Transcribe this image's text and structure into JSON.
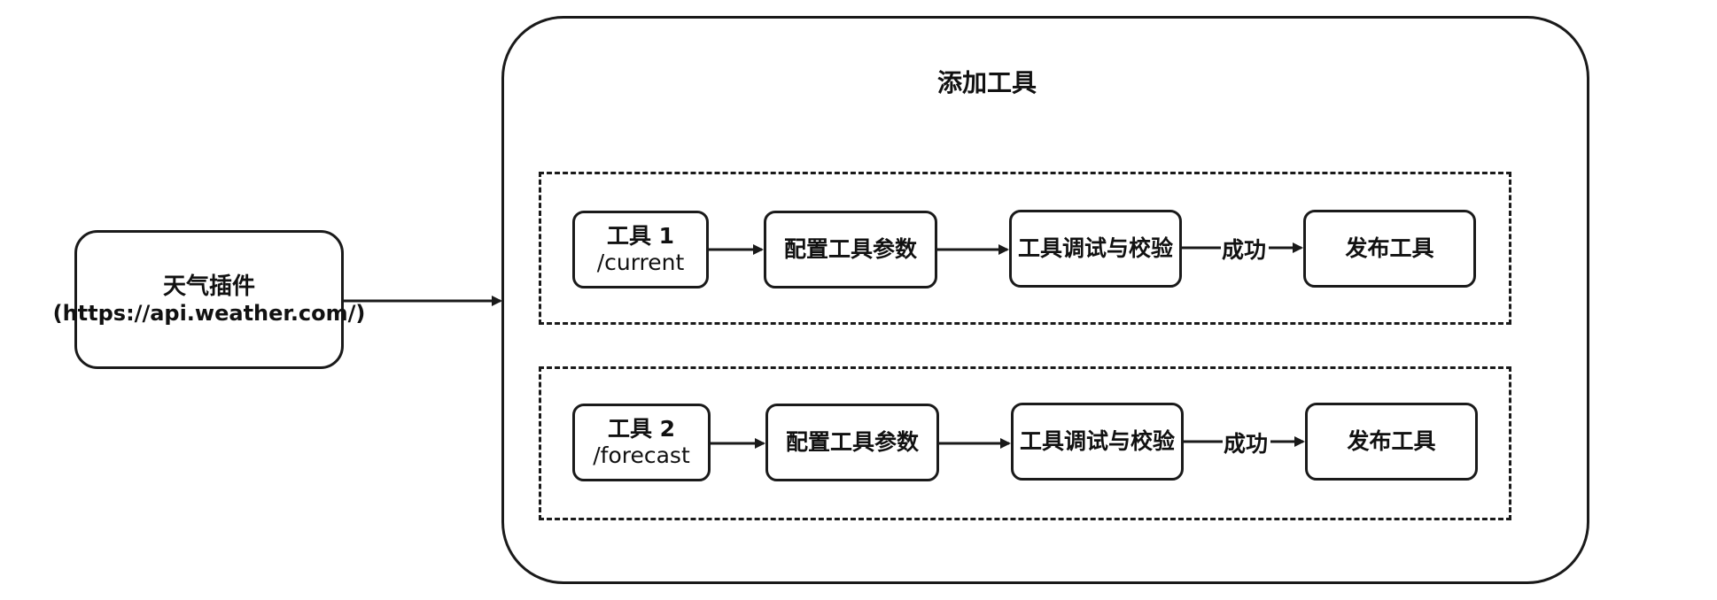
{
  "plugin": {
    "name": "天气插件",
    "url": "(https://api.weather.com/)"
  },
  "container": {
    "title": "添加工具"
  },
  "pipelines": [
    {
      "tool_name": "工具 1",
      "tool_path": "/current",
      "steps": [
        "配置工具参数",
        "工具调试与校验",
        "发布工具"
      ],
      "edge_label": "成功"
    },
    {
      "tool_name": "工具 2",
      "tool_path": "/forecast",
      "steps": [
        "配置工具参数",
        "工具调试与校验",
        "发布工具"
      ],
      "edge_label": "成功"
    }
  ]
}
